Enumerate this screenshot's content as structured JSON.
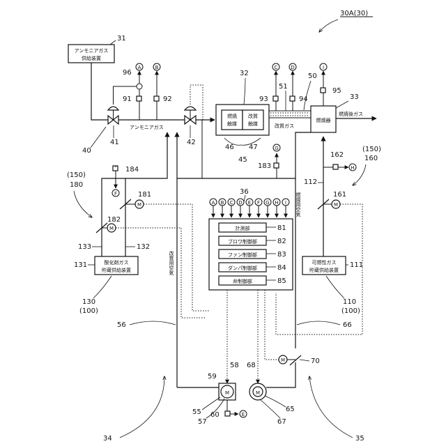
{
  "figure_id": "30A(30)",
  "boxes": {
    "ammonia_supply": {
      "line1": "アンモニアガス",
      "line2": "供給装置",
      "num": "31"
    },
    "oxidizer_store": {
      "line1": "酸化剤ガス",
      "line2": "貯蔵供給装置",
      "num": "131"
    },
    "combustible_store": {
      "line1": "可燃性ガス",
      "line2": "貯蔵供給装置",
      "num": "111"
    },
    "catalyst_combustion": {
      "line1": "燃焼",
      "line2": "触媒"
    },
    "catalyst_reforming": {
      "line1": "改質",
      "line2": "触媒"
    },
    "combustor": {
      "label": "燃焼器"
    },
    "controller": {
      "num": "36",
      "units": [
        {
          "label": "計測部",
          "num": "81"
        },
        {
          "label": "ブロワ制御部",
          "num": "82"
        },
        {
          "label": "ファン制御部",
          "num": "83"
        },
        {
          "label": "ダンパ制御部",
          "num": "84"
        },
        {
          "label": "弁制御部",
          "num": "85"
        }
      ],
      "inputs": [
        "A",
        "B",
        "C",
        "D",
        "E",
        "F",
        "G",
        "H",
        "I"
      ]
    }
  },
  "flow_labels": {
    "ammonia_gas": "アンモニアガス",
    "reformed_gas": "改質ガス",
    "exhaust_gas": "燃焼後ガス",
    "reforming_air": "改質用空気",
    "combustion_air": "燃焼用空気"
  },
  "motor_symbol": "M",
  "refs": {
    "n32": "32",
    "n33": "33",
    "n34": "34",
    "n35": "35",
    "n40": "40",
    "n41": "41",
    "n42": "42",
    "n45": "45",
    "n46": "46",
    "n47": "47",
    "n50": "50",
    "n51": "51",
    "n55": "55",
    "n56": "56",
    "n57": "57",
    "n58": "58",
    "n59": "59",
    "n60": "60",
    "n65": "65",
    "n66": "66",
    "n67": "67",
    "n68": "68",
    "n70": "70",
    "n91": "91",
    "n92": "92",
    "n93": "93",
    "n94": "94",
    "n95": "95",
    "n96": "96",
    "n110": "110",
    "n100a": "(100)",
    "n112": "112",
    "n130": "130",
    "n100b": "(100)",
    "n132": "132",
    "n133": "133",
    "n150a": "(150)",
    "n160": "160",
    "n150b": "(150)",
    "n180": "180",
    "n161": "161",
    "n162": "162",
    "n181": "181",
    "n182": "182",
    "n183": "183",
    "n184": "184"
  },
  "signals": {
    "s96": "A",
    "s92": "B",
    "s93": "C",
    "s94": "D",
    "s60": "E",
    "s184": "F",
    "s183": "G",
    "s162": "H",
    "s95": "I"
  }
}
